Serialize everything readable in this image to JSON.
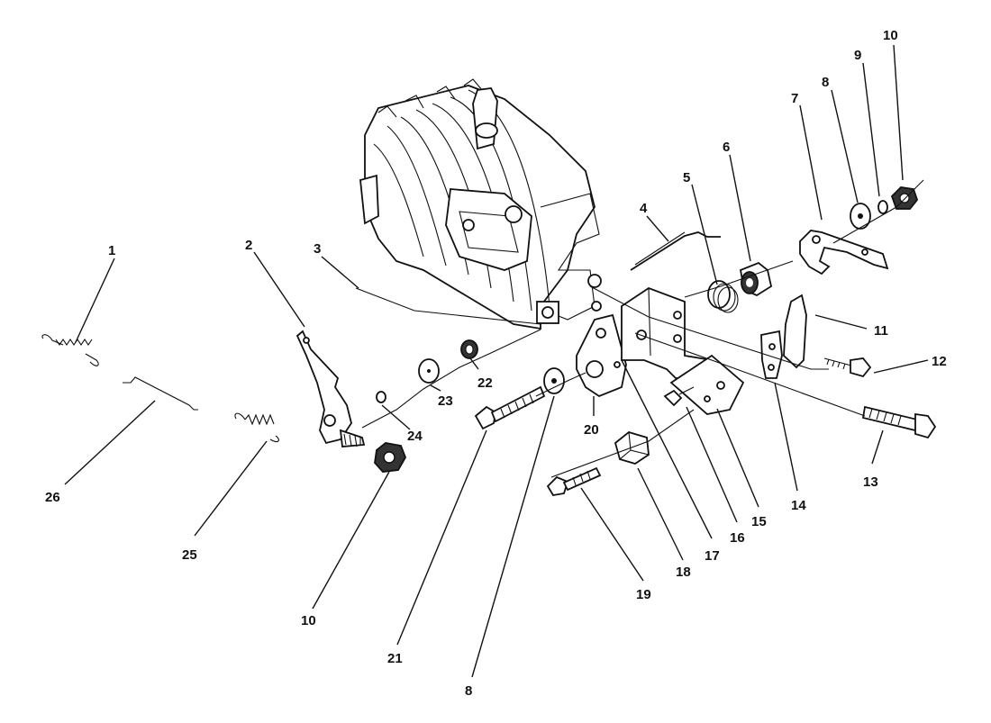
{
  "diagram": {
    "callouts": [
      {
        "id": "c1",
        "text": "1"
      },
      {
        "id": "c2",
        "text": "2"
      },
      {
        "id": "c3",
        "text": "3"
      },
      {
        "id": "c4",
        "text": "4"
      },
      {
        "id": "c5",
        "text": "5"
      },
      {
        "id": "c6",
        "text": "6"
      },
      {
        "id": "c7",
        "text": "7"
      },
      {
        "id": "c8a",
        "text": "8"
      },
      {
        "id": "c9",
        "text": "9"
      },
      {
        "id": "c10a",
        "text": "10"
      },
      {
        "id": "c11",
        "text": "11"
      },
      {
        "id": "c12",
        "text": "12"
      },
      {
        "id": "c13",
        "text": "13"
      },
      {
        "id": "c14",
        "text": "14"
      },
      {
        "id": "c15",
        "text": "15"
      },
      {
        "id": "c16",
        "text": "16"
      },
      {
        "id": "c17",
        "text": "17"
      },
      {
        "id": "c18",
        "text": "18"
      },
      {
        "id": "c19",
        "text": "19"
      },
      {
        "id": "c20",
        "text": "20"
      },
      {
        "id": "c21",
        "text": "21"
      },
      {
        "id": "c22",
        "text": "22"
      },
      {
        "id": "c23",
        "text": "23"
      },
      {
        "id": "c24",
        "text": "24"
      },
      {
        "id": "c25",
        "text": "25"
      },
      {
        "id": "c26",
        "text": "26"
      },
      {
        "id": "c10b",
        "text": "10"
      },
      {
        "id": "c8b",
        "text": "8"
      }
    ]
  }
}
